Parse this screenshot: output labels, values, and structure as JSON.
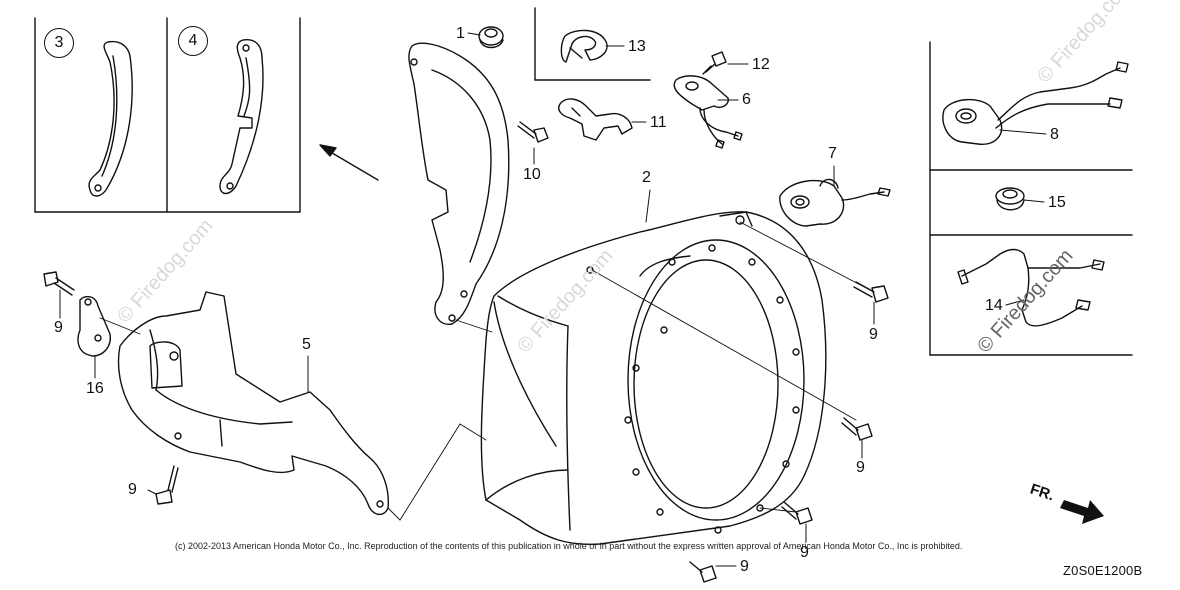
{
  "callouts": {
    "p1": "1",
    "p2": "2",
    "p3": "3",
    "p4": "4",
    "p5": "5",
    "p6": "6",
    "p7": "7",
    "p8": "8",
    "p9a": "9",
    "p9b": "9",
    "p9c": "9",
    "p9d": "9",
    "p9e": "9",
    "p9f": "9",
    "p10": "10",
    "p11": "11",
    "p12": "12",
    "p13": "13",
    "p14": "14",
    "p15": "15",
    "p16": "16"
  },
  "front_marker": "FR.",
  "watermark": "© Firedog.com",
  "copyright": "(c) 2002-2013 American Honda Motor Co., Inc. Reproduction of the contents of this publication in whole or in part without the express written approval of American Honda Motor Co., Inc is prohibited.",
  "diagram_code": "Z0S0E1200B"
}
